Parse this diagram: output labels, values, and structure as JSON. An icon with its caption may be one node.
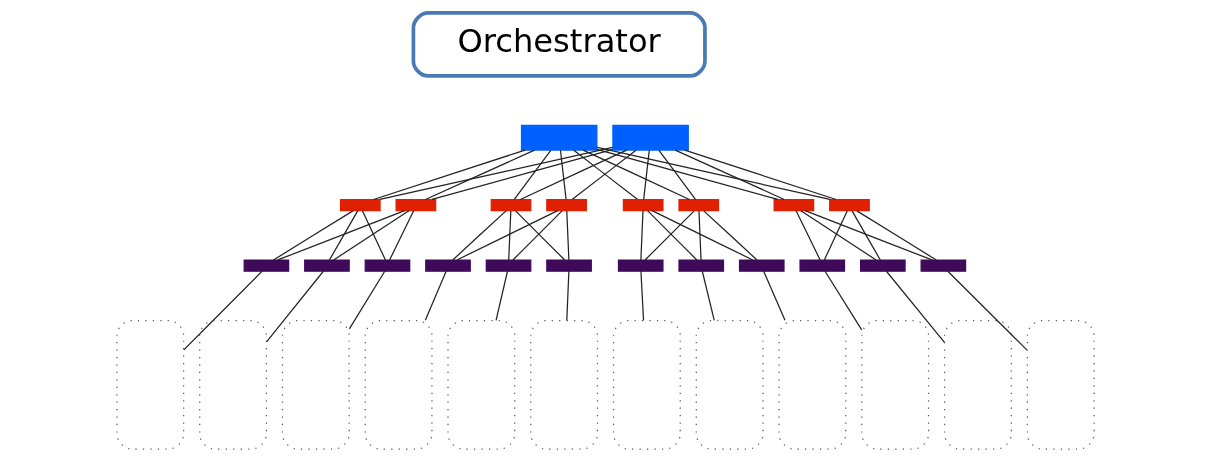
{
  "diagram": {
    "nodes": [
      {
        "text": [
          "Orchestrator"
        ]
      },
      {
        "text": [],
        "shape": "bar"
      },
      {
        "text": [],
        "shape": "bar"
      },
      {
        "text": [],
        "shape": "bar"
      },
      {
        "text": [],
        "shape": "bar"
      },
      {
        "text": [],
        "shape": "bar"
      },
      {
        "text": [],
        "shape": "bar"
      },
      {
        "text": [],
        "shape": "bar"
      },
      {
        "text": [],
        "shape": "bar"
      },
      {
        "text": [],
        "shape": "bar"
      },
      {
        "text": [],
        "shape": "bar"
      },
      {
        "text": [],
        "shape": "bar"
      },
      {
        "text": [],
        "shape": "bar"
      },
      {
        "text": [],
        "shape": "bar"
      },
      {
        "text": [],
        "shape": "bar"
      },
      {
        "text": [],
        "shape": "bar"
      },
      {
        "text": [],
        "shape": "bar"
      },
      {
        "text": [],
        "shape": "bar"
      },
      {
        "text": [],
        "shape": "bar"
      },
      {
        "text": [],
        "shape": "bar"
      },
      {
        "text": [],
        "shape": "bar"
      },
      {
        "text": [],
        "shape": "bar"
      },
      {
        "text": [],
        "shape": "bar"
      },
      {
        "text": [],
        "shape": "box"
      },
      {
        "text": [],
        "shape": "box"
      },
      {
        "text": [],
        "shape": "box"
      },
      {
        "text": [],
        "shape": "box"
      },
      {
        "text": [],
        "shape": "box"
      },
      {
        "text": [],
        "shape": "box"
      },
      {
        "text": [],
        "shape": "box"
      },
      {
        "text": [],
        "shape": "box"
      },
      {
        "text": [],
        "shape": "box"
      },
      {
        "text": [],
        "shape": "box"
      },
      {
        "text": [],
        "shape": "box"
      },
      {
        "text": [],
        "shape": "box"
      }
    ],
    "edges": [
      {
        "from": 1,
        "to": 3,
        "arrow": "none"
      },
      {
        "from": 1,
        "to": 4,
        "arrow": "none"
      },
      {
        "from": 1,
        "to": 5,
        "arrow": "none"
      },
      {
        "from": 1,
        "to": 6,
        "arrow": "none"
      },
      {
        "from": 1,
        "to": 7,
        "arrow": "none"
      },
      {
        "from": 1,
        "to": 8,
        "arrow": "none"
      },
      {
        "from": 1,
        "to": 9,
        "arrow": "none"
      },
      {
        "from": 1,
        "to": 10,
        "arrow": "none"
      },
      {
        "from": 2,
        "to": 3,
        "arrow": "none"
      },
      {
        "from": 2,
        "to": 4,
        "arrow": "none"
      },
      {
        "from": 2,
        "to": 5,
        "arrow": "none"
      },
      {
        "from": 2,
        "to": 6,
        "arrow": "none"
      },
      {
        "from": 2,
        "to": 7,
        "arrow": "none"
      },
      {
        "from": 2,
        "to": 8,
        "arrow": "none"
      },
      {
        "from": 2,
        "to": 9,
        "arrow": "none"
      },
      {
        "from": 2,
        "to": 10,
        "arrow": "none"
      },
      {
        "from": 3,
        "to": 11,
        "arrow": "none"
      },
      {
        "from": 3,
        "to": 12,
        "arrow": "none"
      },
      {
        "from": 3,
        "to": 13,
        "arrow": "none"
      },
      {
        "from": 4,
        "to": 11,
        "arrow": "none"
      },
      {
        "from": 4,
        "to": 12,
        "arrow": "none"
      },
      {
        "from": 4,
        "to": 13,
        "arrow": "none"
      },
      {
        "from": 5,
        "to": 14,
        "arrow": "none"
      },
      {
        "from": 5,
        "to": 15,
        "arrow": "none"
      },
      {
        "from": 5,
        "to": 16,
        "arrow": "none"
      },
      {
        "from": 6,
        "to": 14,
        "arrow": "none"
      },
      {
        "from": 6,
        "to": 15,
        "arrow": "none"
      },
      {
        "from": 6,
        "to": 16,
        "arrow": "none"
      },
      {
        "from": 7,
        "to": 17,
        "arrow": "none"
      },
      {
        "from": 7,
        "to": 18,
        "arrow": "none"
      },
      {
        "from": 7,
        "to": 19,
        "arrow": "none"
      },
      {
        "from": 8,
        "to": 17,
        "arrow": "none"
      },
      {
        "from": 8,
        "to": 18,
        "arrow": "none"
      },
      {
        "from": 8,
        "to": 19,
        "arrow": "none"
      },
      {
        "from": 9,
        "to": 20,
        "arrow": "none"
      },
      {
        "from": 9,
        "to": 21,
        "arrow": "none"
      },
      {
        "from": 9,
        "to": 22,
        "arrow": "none"
      },
      {
        "from": 10,
        "to": 20,
        "arrow": "none"
      },
      {
        "from": 10,
        "to": 21,
        "arrow": "none"
      },
      {
        "from": 10,
        "to": 22,
        "arrow": "none"
      },
      {
        "from": 11,
        "to": 23,
        "arrow": "none"
      },
      {
        "from": 12,
        "to": 24,
        "arrow": "none"
      },
      {
        "from": 13,
        "to": 25,
        "arrow": "none"
      },
      {
        "from": 14,
        "to": 26,
        "arrow": "none"
      },
      {
        "from": 15,
        "to": 27,
        "arrow": "none"
      },
      {
        "from": 16,
        "to": 28,
        "arrow": "none"
      },
      {
        "from": 17,
        "to": 29,
        "arrow": "none"
      },
      {
        "from": 18,
        "to": 30,
        "arrow": "none"
      },
      {
        "from": 19,
        "to": 31,
        "arrow": "none"
      },
      {
        "from": 20,
        "to": 32,
        "arrow": "none"
      },
      {
        "from": 21,
        "to": 33,
        "arrow": "none"
      },
      {
        "from": 22,
        "to": 34,
        "arrow": "none"
      }
    ]
  }
}
